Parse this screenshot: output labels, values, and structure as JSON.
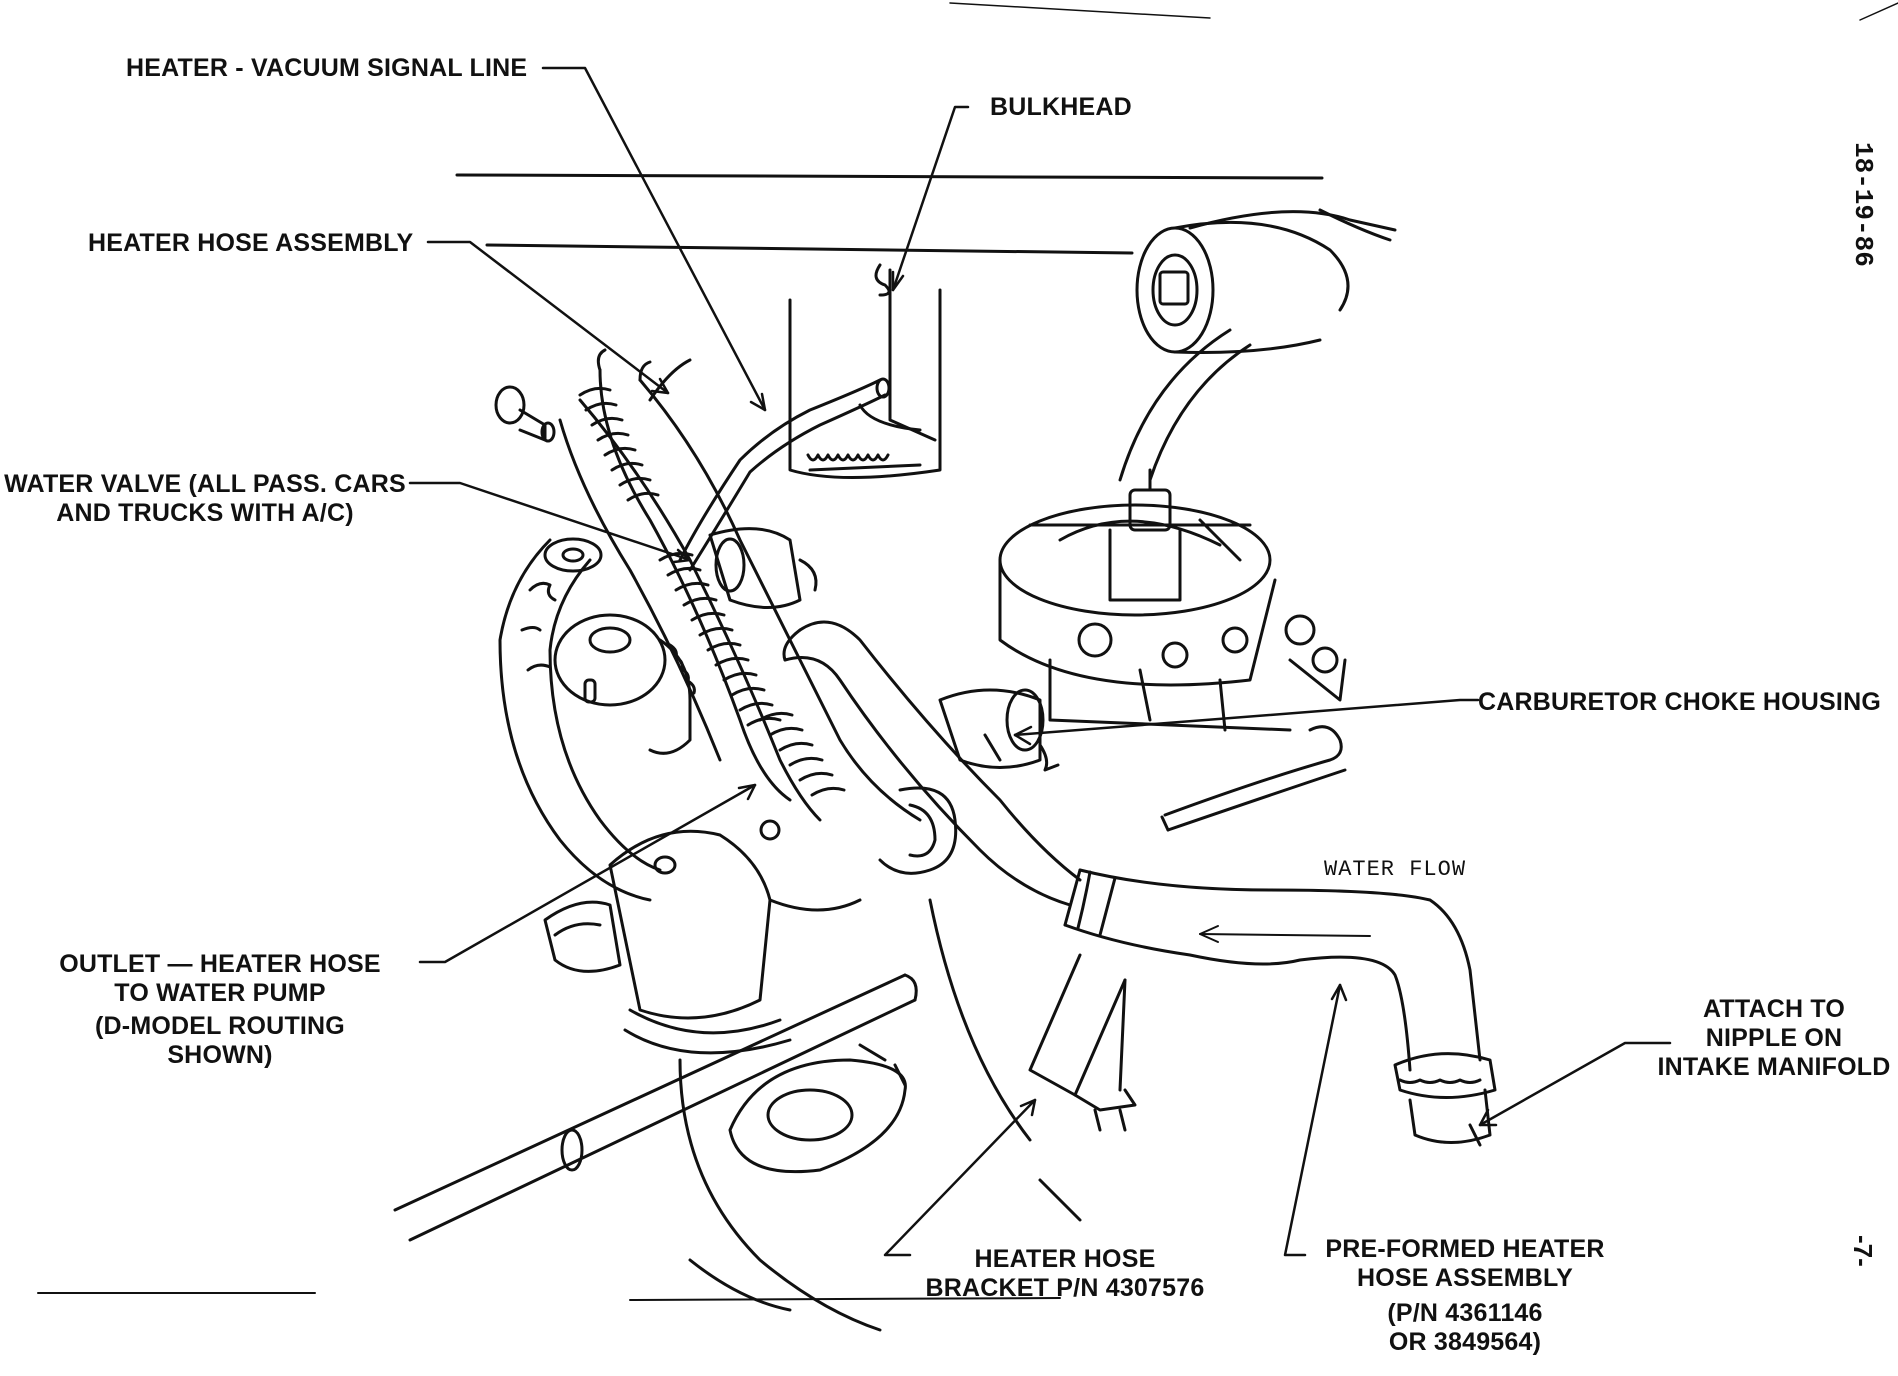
{
  "labels": {
    "vacuum_line": "HEATER - VACUUM SIGNAL LINE",
    "bulkhead": "BULKHEAD",
    "heater_hose_assembly": "HEATER HOSE ASSEMBLY",
    "water_valve": [
      "WATER VALVE (ALL PASS. CARS",
      "AND TRUCKS WITH A/C)"
    ],
    "choke_housing": "CARBURETOR CHOKE HOUSING",
    "outlet": [
      "OUTLET — HEATER HOSE",
      "TO WATER PUMP",
      "(D-MODEL ROUTING",
      "SHOWN)"
    ],
    "water_flow": "WATER FLOW",
    "attach": [
      "ATTACH TO",
      "NIPPLE ON",
      "INTAKE MANIFOLD"
    ],
    "bracket": [
      "HEATER HOSE",
      "BRACKET P/N 4307576"
    ],
    "preformed": [
      "PRE-FORMED HEATER",
      "HOSE ASSEMBLY",
      "(P/N 4361146",
      "OR 3849564)"
    ]
  },
  "document_number": "18-19-86",
  "page_mark": "-7-",
  "colors": {
    "ink": "#111111",
    "paper": "#ffffff"
  }
}
